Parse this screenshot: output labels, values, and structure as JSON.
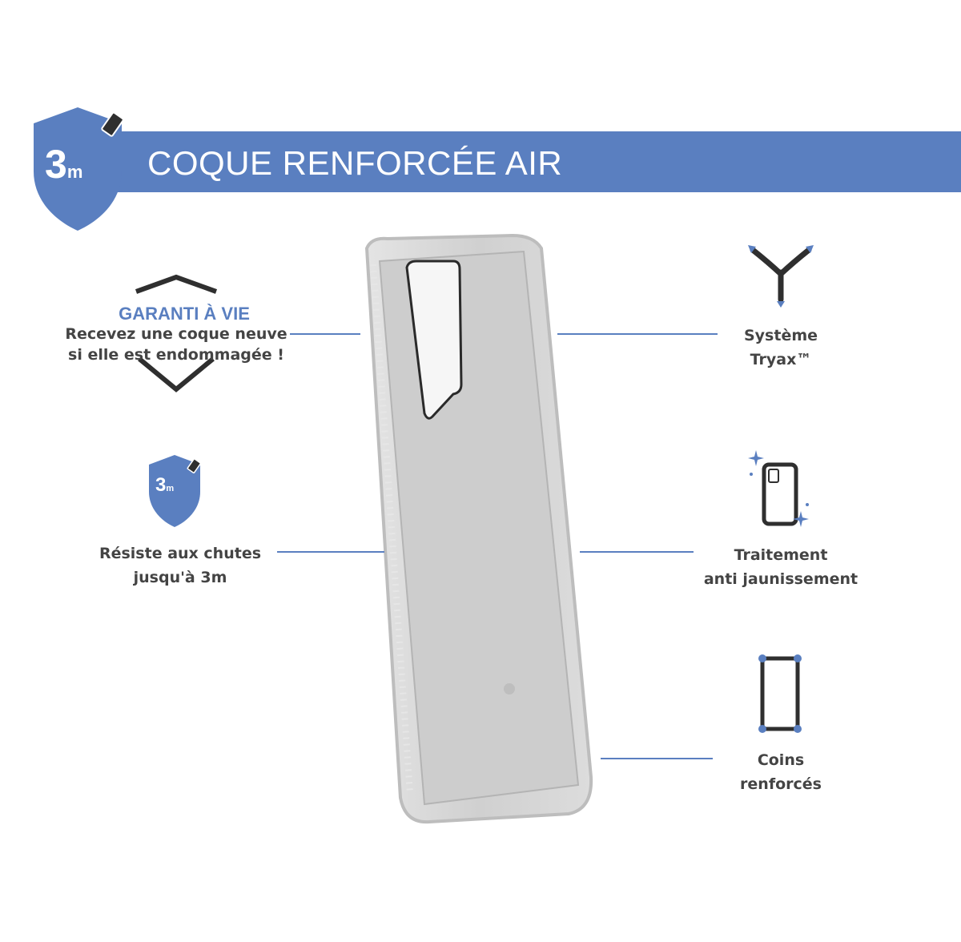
{
  "banner": {
    "title": "COQUE RENFORCÉE AIR",
    "badge_number": "3",
    "badge_unit": "m"
  },
  "features": {
    "garanti_title": "GARANTI À VIE",
    "garanti_line1": "Recevez une coque neuve",
    "garanti_line2": "si elle est endommagée !",
    "small_badge_number": "3",
    "small_badge_unit": "m",
    "resiste_line1": "Résiste aux chutes",
    "resiste_line2": "jusqu'à 3m",
    "tryax_line1": "Système",
    "tryax_line2": "Tryax™",
    "traitement_line1": "Traitement",
    "traitement_line2": "anti jaunissement",
    "coins_line1": "Coins",
    "coins_line2": "renforcés"
  },
  "colors": {
    "accent": "#5a7fc0",
    "text": "#444444",
    "icon_dark": "#2f2f2f"
  },
  "icons": [
    "shield-3m-icon",
    "shield-outline-icon",
    "tryax-icon",
    "sparkle-phone-icon",
    "corner-phone-icon",
    "phone-case-image"
  ]
}
